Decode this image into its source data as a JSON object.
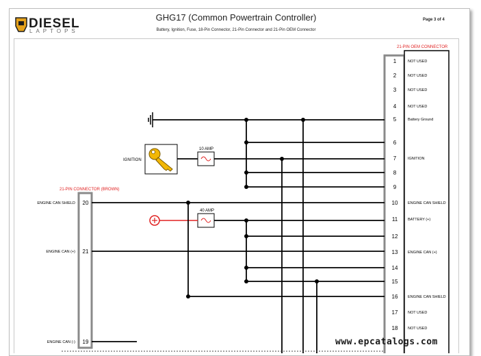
{
  "header": {
    "logo_word": "DIESEL",
    "logo_sub": "LAPTOPS",
    "title": "GHG17 (Common Powertrain Controller)",
    "subtitle": "Battery, Ignition, Fuse, 18-Pin Connector, 21-Pin Connector and 21-Pin OEM Connector",
    "page": "Page 3 of 4"
  },
  "oem_connector": {
    "title": "21-PIN OEM CONNECTOR",
    "pins": [
      {
        "num": "1",
        "label": "NOT USED"
      },
      {
        "num": "2",
        "label": "NOT USED"
      },
      {
        "num": "3",
        "label": "NOT USED"
      },
      {
        "num": "4",
        "label": "NOT USED"
      },
      {
        "num": "5",
        "label": "Battery Ground"
      },
      {
        "num": "6",
        "label": ""
      },
      {
        "num": "7",
        "label": "IGNITION"
      },
      {
        "num": "8",
        "label": ""
      },
      {
        "num": "9",
        "label": ""
      },
      {
        "num": "10",
        "label": "ENGINE CAN SHIELD"
      },
      {
        "num": "11",
        "label": "BATTERY (+)"
      },
      {
        "num": "12",
        "label": ""
      },
      {
        "num": "13",
        "label": "ENGINE CAN (+)"
      },
      {
        "num": "14",
        "label": ""
      },
      {
        "num": "15",
        "label": ""
      },
      {
        "num": "16",
        "label": "ENGINE CAN SHIELD"
      },
      {
        "num": "17",
        "label": "NOT USED"
      },
      {
        "num": "18",
        "label": "NOT USED"
      }
    ]
  },
  "left_connector": {
    "title": "21-PIN CONNECTOR (BROWN)",
    "pins": [
      {
        "num": "20",
        "label": "ENGINE CAN SHIELD"
      },
      {
        "num": "21",
        "label": "ENGINE CAN (+)"
      },
      {
        "num": "19",
        "label": "ENGINE CAN (-)"
      }
    ]
  },
  "components": {
    "ignition_label": "IGNITION",
    "fuse1": "10 AMP",
    "fuse2": "40 AMP"
  },
  "colors": {
    "wire": "#000000",
    "accent_red": "#e02020",
    "key_yellow": "#f2b705"
  },
  "watermark": "www.epcatalogs.com"
}
